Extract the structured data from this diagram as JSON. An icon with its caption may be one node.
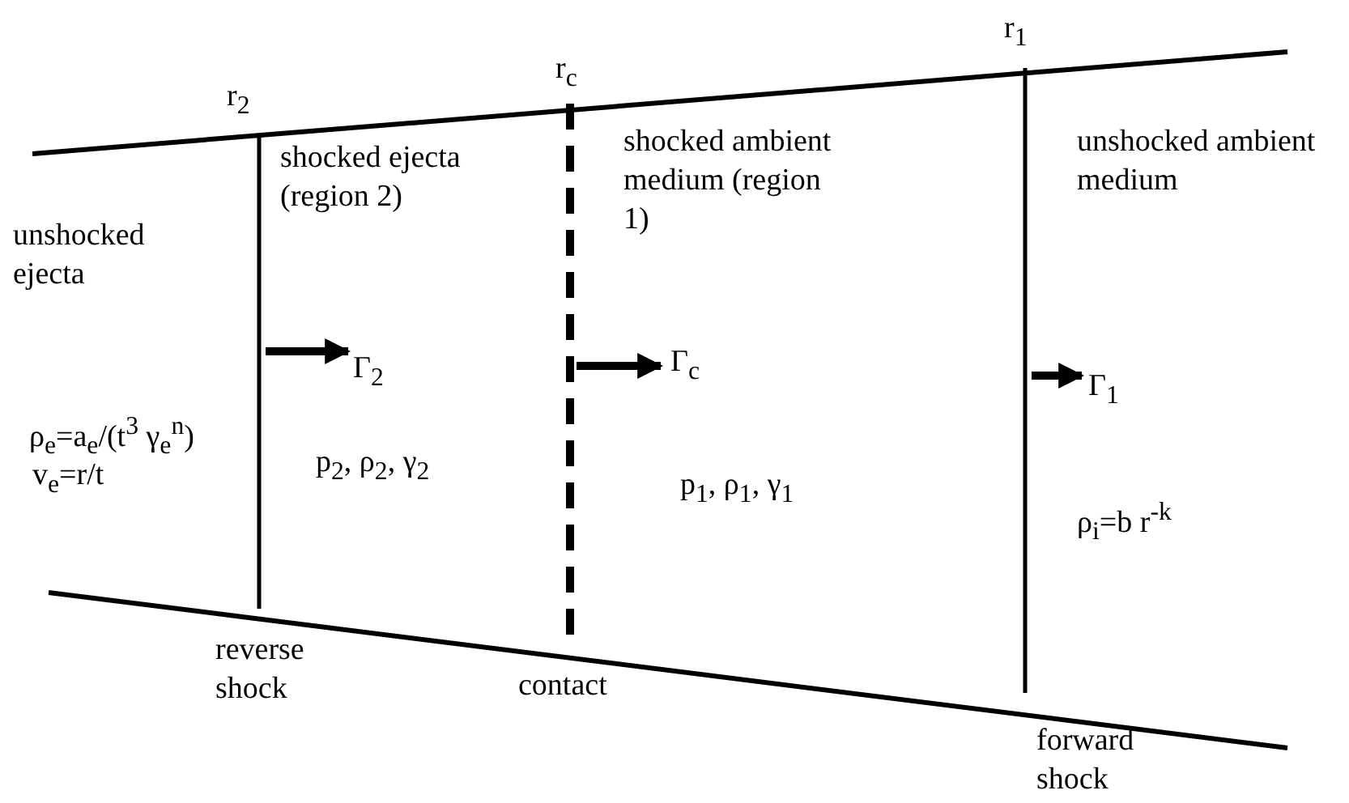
{
  "diagram": {
    "labels": [
      "r$_{2}$",
      "r$_{c}$",
      "r$_{1}$",
      "shocked ejecta (region 2)",
      "shocked ambient medium (region 1)",
      "unshocked ambient medium",
      "unshocked ejecta",
      "Γ$_{2}$",
      "Γ$_{c}$",
      "Γ$_{1}$",
      "ρ$_{e}$=a$_{e}$/(t$^{3}$ γ$_{e}$$^{n}$)",
      "v$_{e}$=r/t",
      "p$_{2}$, ρ$_{2}$,  γ$_{2}$",
      "p$_{1}$, ρ$_{1}$,  γ$_{1}$",
      "ρ$_{i}$=b r$^{-k}$",
      "reverse shock",
      "contact",
      "forward shock"
    ]
  }
}
